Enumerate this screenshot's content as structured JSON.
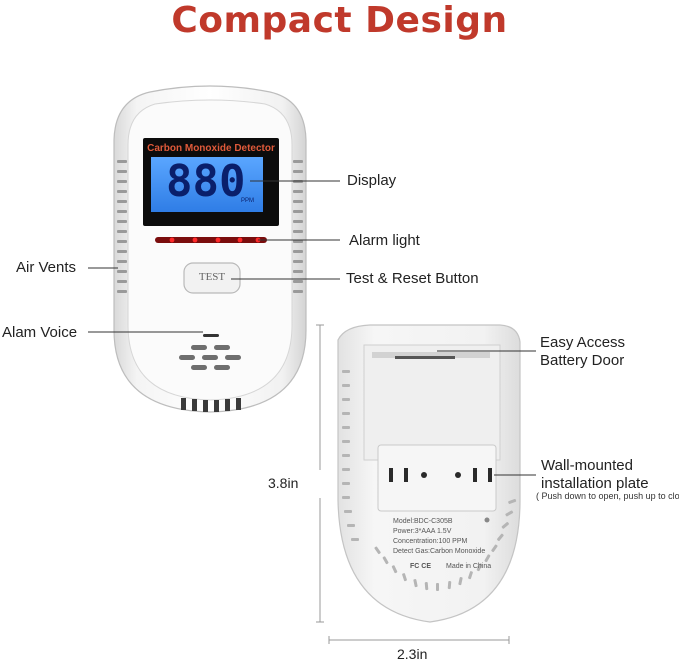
{
  "title": "Compact Design",
  "front": {
    "lcd_title": "Carbon Monoxide Detector",
    "lcd_digits": "880",
    "lcd_unit": "PPM",
    "test_button": "TEST"
  },
  "labels": {
    "display": "Display",
    "alarm_light": "Alarm light",
    "air_vents": "Air Vents",
    "test_reset": "Test & Reset Button",
    "alarm_voice": "Alam Voice",
    "battery_door_1": "Easy Access",
    "battery_door_2": "Battery Door",
    "plate_1": "Wall-mounted",
    "plate_2": "installation plate",
    "plate_note": "( Push down to open, push up to close.)"
  },
  "back": {
    "spec_model": "Model:BDC-C305B",
    "spec_power": "Power:3*AAA 1.5V",
    "spec_conc": "Concentration:100 PPM",
    "spec_gas": "Detect Gas:Carbon Monoxide",
    "marks": "FC CE",
    "made_in": "Made in China"
  },
  "dimensions": {
    "height": "3.8in",
    "width": "2.3in"
  },
  "colors": {
    "title": "#c0392b",
    "lcd_bg": "#3d8df2",
    "alarm_led": "#ff2a2a"
  }
}
